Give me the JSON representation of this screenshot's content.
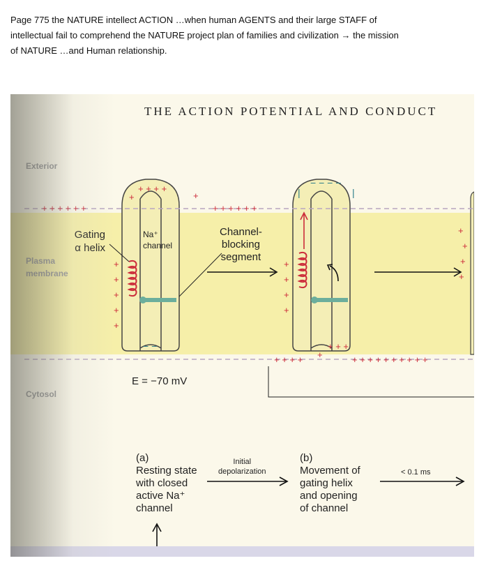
{
  "caption": {
    "line1": "Page  775   the NATURE intellect  ACTION      …when human AGENTS   and their large STAFF  of",
    "line2": "intellectual  fail to comprehend     the   NATURE project  plan of  families and civilization → the  mission",
    "line3": "of  NATURE  …and Human relationship."
  },
  "figure": {
    "header": "THE ACTION POTENTIAL AND CONDUCT",
    "side_labels": {
      "exterior": "Exterior",
      "plasma": "Plasma",
      "membrane": "membrane",
      "cytosol": "Cytosol"
    },
    "gating_line1": "Gating",
    "gating_line2": "α helix",
    "na_line1": "Na⁺",
    "na_line2": "channel",
    "block_line1": "Channel-",
    "block_line2": "blocking",
    "block_line3": "segment",
    "voltage": "E = −70 mV",
    "panel_a": {
      "letter": "(a)",
      "line1": "Resting state",
      "line2": "with closed",
      "line3": "active Na⁺",
      "line4": "channel"
    },
    "arrow_label_1": {
      "line1": "Initial",
      "line2": "depolarization"
    },
    "panel_b": {
      "letter": "(b)",
      "line1": "Movement of",
      "line2": "gating helix",
      "line3": "and opening",
      "line4": "of channel"
    },
    "arrow_label_2": "< 0.1 ms"
  },
  "colors": {
    "membrane": "#f6efa9",
    "channel": "#f4eeb6",
    "outline": "#444444",
    "plus": "#cc2b3a",
    "minus": "#2a7d8a",
    "helix": "#cc2b3a",
    "segment": "#6cae9c"
  }
}
